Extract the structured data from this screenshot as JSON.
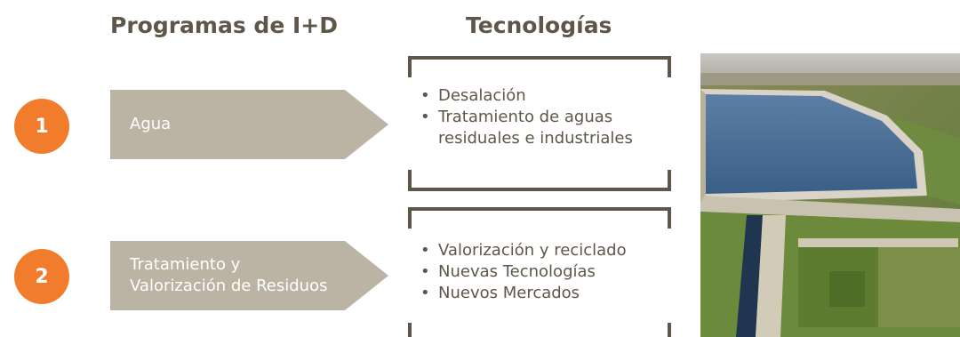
{
  "headers": {
    "programs": "Programas de I+D",
    "technologies": "Tecnologías"
  },
  "programs": [
    {
      "number": "1",
      "label": "Agua",
      "technologies": [
        "Desalación",
        "Tratamiento de aguas\nresiduales e industriales"
      ]
    },
    {
      "number": "2",
      "label": "Tratamiento y\nValorización de Residuos",
      "technologies": [
        "Valorización y reciclado",
        "Nuevas Tecnologías",
        "Nuevos Mercados"
      ]
    }
  ],
  "colors": {
    "accent_circle": "#f07c2c",
    "arrow_fill": "#bbb3a3",
    "text_dark": "#5e5648"
  },
  "image": {
    "subject": "aerial-photo-water-treatment-ponds"
  }
}
